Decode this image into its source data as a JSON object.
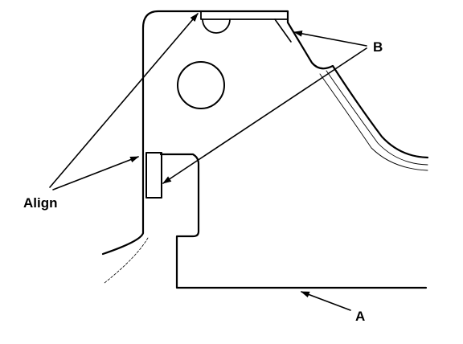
{
  "labels": {
    "align": "Align",
    "b": "B",
    "a": "A"
  },
  "colors": {
    "ink": "#000000",
    "paper": "#ffffff",
    "hatch": "#555555"
  }
}
